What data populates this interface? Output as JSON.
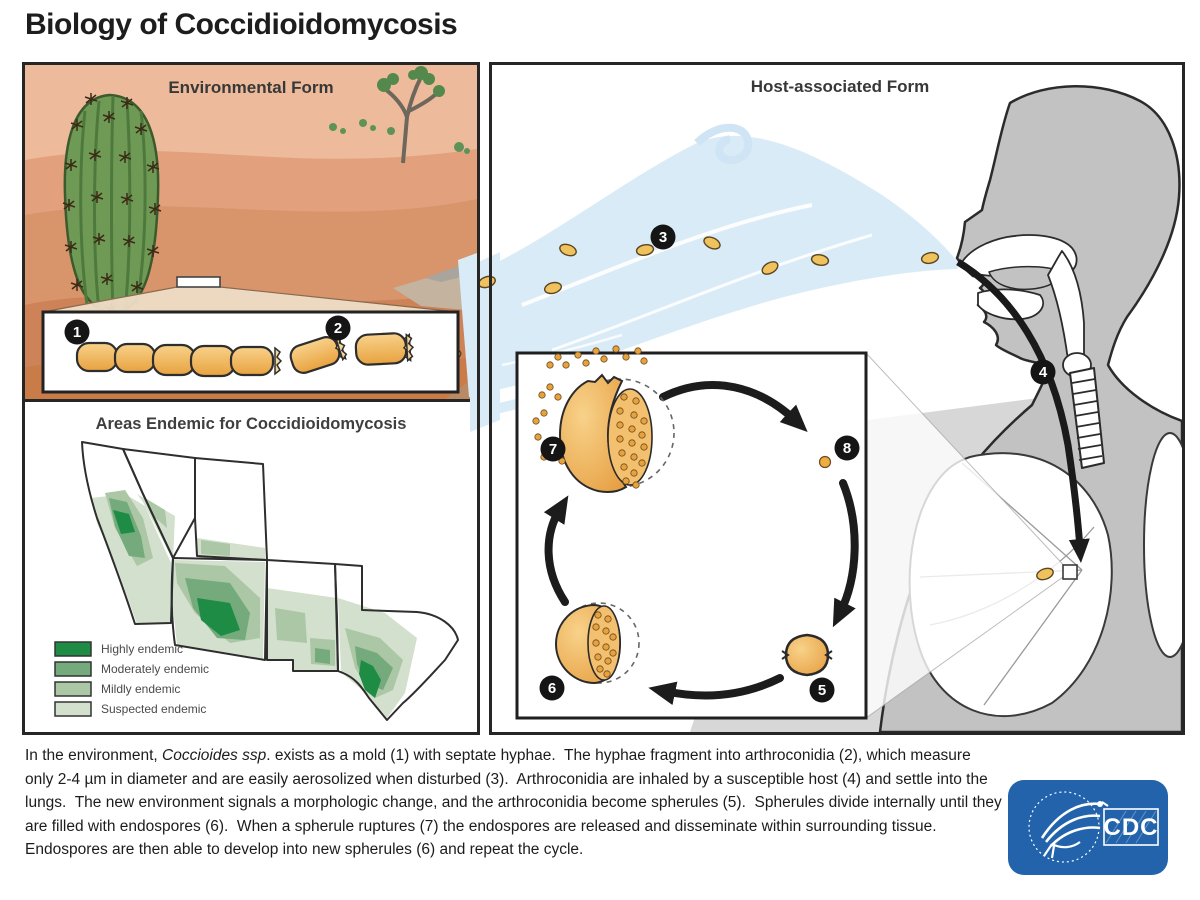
{
  "title": "Biology of Coccidioidomycosis",
  "panels": {
    "environmental": {
      "label": "Environmental Form",
      "markers": {
        "mold": "1",
        "arthroconidia": "2"
      }
    },
    "host": {
      "label": "Host-associated Form",
      "markers": {
        "aerosolized": "3",
        "inhaled": "4",
        "spherule": "5",
        "endospore_filled": "6",
        "rupture": "7",
        "endospore": "8"
      }
    },
    "map": {
      "title": "Areas Endemic for Coccidioidomycosis",
      "legend": [
        {
          "label": "Highly endemic",
          "color": "#1e8c44"
        },
        {
          "label": "Moderately endemic",
          "color": "#74aa7c"
        },
        {
          "label": "Mildly endemic",
          "color": "#abc7a5"
        },
        {
          "label": "Suspected endemic",
          "color": "#d3e0cd"
        }
      ]
    }
  },
  "caption": {
    "pre": "In the environment, ",
    "species": "Coccioides ssp",
    "post": ". exists as a mold (1) with septate hyphae.  The hyphae fragment into arthroconidia (2), which measure only 2-4 µm in diameter and are easily aerosolized when disturbed (3).  Arthroconidia are inhaled by a susceptible host (4) and settle into the lungs.  The new environment signals a morphologic change, and the arthroconidia become spherules (5).  Spherules divide internally until they are filled with endospores (6).  When a spherule ruptures (7) the endospores are released and disseminate within surrounding tissue.  Endospores are then able to develop into new spherules (6) and repeat the cycle."
  },
  "logo": {
    "acronym": "CDC",
    "color": "#2263ac"
  },
  "palette": {
    "desert_sky": "#edbb9b",
    "desert_sand": "#d8946a",
    "wind_blue": "#d9ebf7",
    "spore_orange": "#efc25e",
    "body_gray": "#c2c2c2",
    "border_dark": "#262626"
  }
}
